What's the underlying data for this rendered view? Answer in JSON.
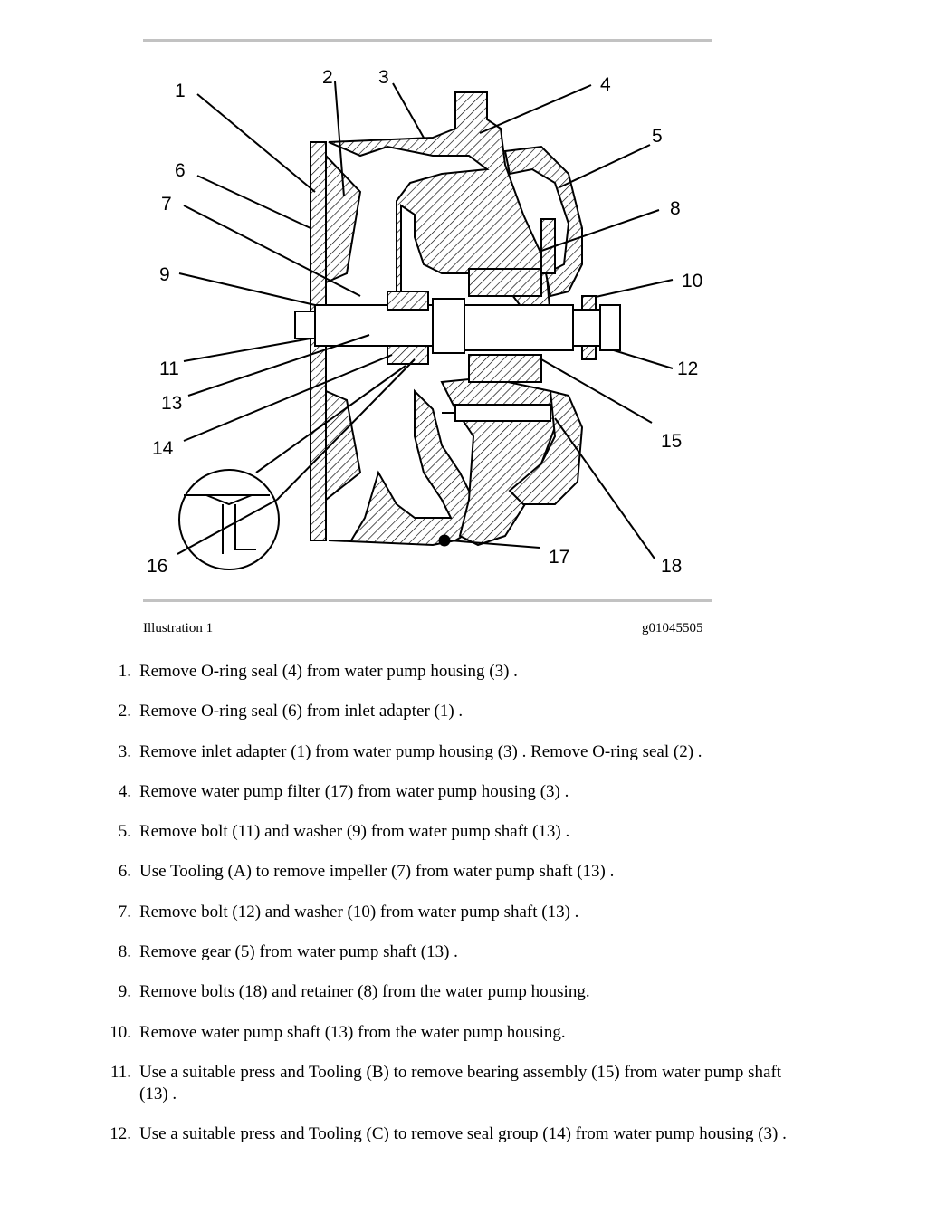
{
  "figure": {
    "callouts": [
      "1",
      "2",
      "3",
      "4",
      "5",
      "6",
      "7",
      "8",
      "9",
      "10",
      "11",
      "12",
      "13",
      "14",
      "15",
      "16",
      "17",
      "18"
    ],
    "caption_left": "Illustration 1",
    "caption_right": "g01045505"
  },
  "steps": [
    {
      "num": "1.",
      "text": "Remove O-ring seal (4) from water pump housing (3) ."
    },
    {
      "num": "2.",
      "text": "Remove O-ring seal (6) from inlet adapter (1) ."
    },
    {
      "num": "3.",
      "text": "Remove inlet adapter (1) from water pump housing (3) . Remove O-ring seal (2) ."
    },
    {
      "num": "4.",
      "text": "Remove water pump filter (17) from water pump housing (3) ."
    },
    {
      "num": "5.",
      "text": "Remove bolt (11) and washer (9) from water pump shaft (13) ."
    },
    {
      "num": "6.",
      "text": "Use Tooling (A) to remove impeller (7) from water pump shaft (13) ."
    },
    {
      "num": "7.",
      "text": "Remove bolt (12) and washer (10) from water pump shaft (13) ."
    },
    {
      "num": "8.",
      "text": "Remove gear (5) from water pump shaft (13) ."
    },
    {
      "num": "9.",
      "text": "Remove bolts (18) and retainer (8) from the water pump housing."
    },
    {
      "num": "10.",
      "text": "Remove water pump shaft (13) from the water pump housing."
    },
    {
      "num": "11.",
      "text": "Use a suitable press and Tooling (B) to remove bearing assembly (15) from water pump shaft (13) ."
    },
    {
      "num": "12.",
      "text": "Use a suitable press and Tooling (C) to remove seal group (14) from water pump housing (3) ."
    }
  ]
}
